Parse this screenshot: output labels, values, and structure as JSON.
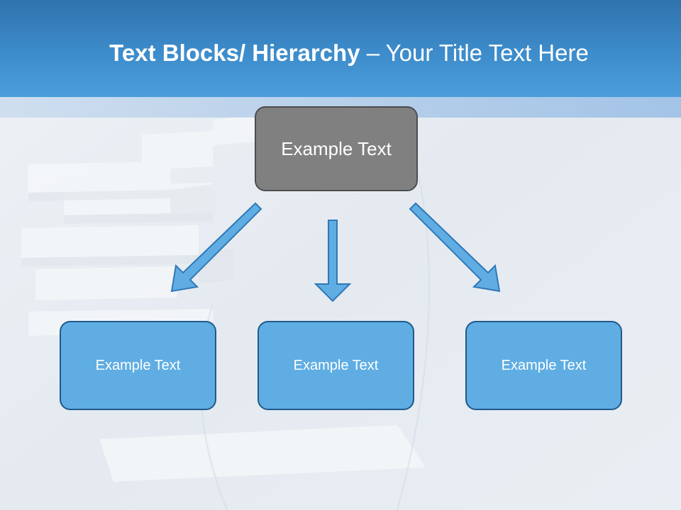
{
  "title": {
    "bold_part": "Text Blocks/ Hierarchy",
    "normal_part": " – Your Title Text Here"
  },
  "diagram": {
    "top_box": {
      "label": "Example Text"
    },
    "children": [
      {
        "label": "Example Text"
      },
      {
        "label": "Example Text"
      },
      {
        "label": "Example Text"
      }
    ]
  },
  "colors": {
    "header": "#3d8ccb",
    "top_box_fill": "#808080",
    "child_box_fill": "#5fade3",
    "child_box_border": "#1f5a8a",
    "arrow_fill": "#5fade3"
  }
}
